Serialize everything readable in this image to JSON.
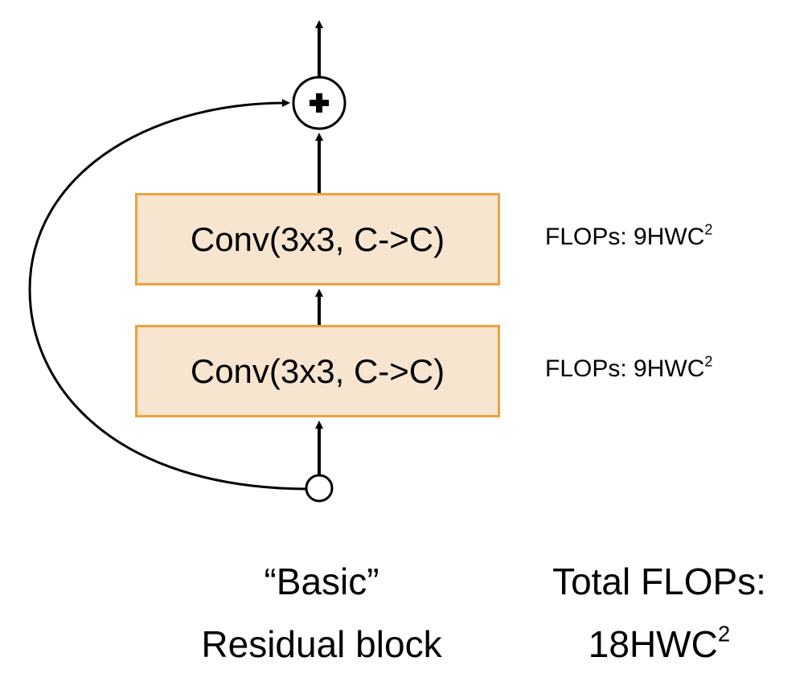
{
  "blocks": [
    {
      "label": "Conv(3x3, C->C)",
      "flops_prefix": "FLOPs: 9HWC",
      "flops_exp": "2"
    },
    {
      "label": "Conv(3x3, C->C)",
      "flops_prefix": "FLOPs: 9HWC",
      "flops_exp": "2"
    }
  ],
  "sum_node": {
    "symbol": "+"
  },
  "caption": {
    "line1": "“Basic”",
    "line2": "Residual block"
  },
  "total": {
    "line1": "Total FLOPs:",
    "line2_prefix": "18HWC",
    "line2_exp": "2"
  },
  "colors": {
    "box_fill": "#f8e5d0",
    "box_border": "#f2a03d",
    "line": "#000000"
  }
}
